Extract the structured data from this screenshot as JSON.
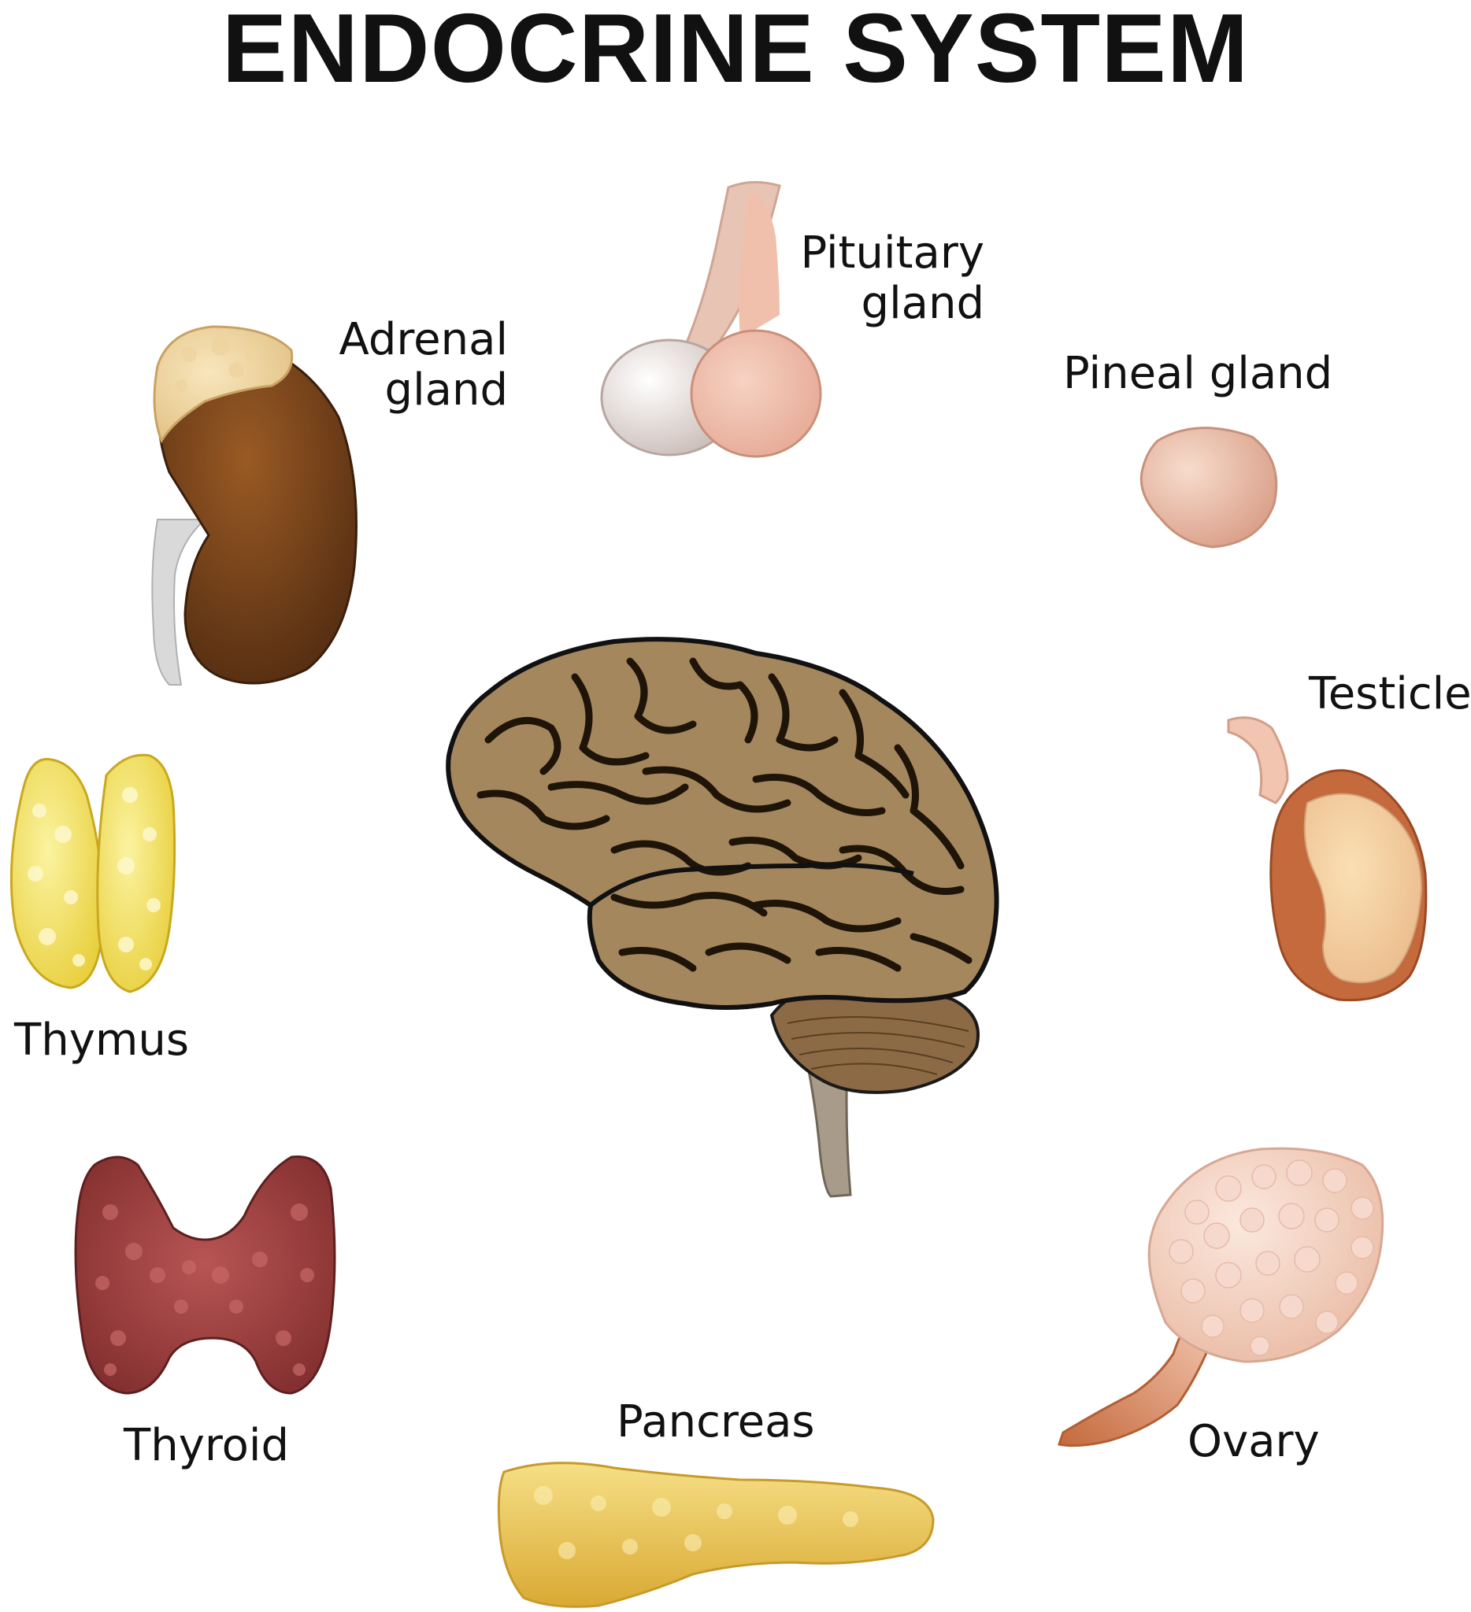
{
  "title": "ENDOCRINE SYSTEM",
  "labels": {
    "pituitary": [
      "Pituitary",
      "gland"
    ],
    "adrenal": [
      "Adrenal",
      "gland"
    ],
    "pineal": "Pineal gland",
    "testicle": "Testicle",
    "thymus": "Thymus",
    "thyroid": "Thyroid",
    "pancreas": "Pancreas",
    "ovary": "Ovary"
  }
}
